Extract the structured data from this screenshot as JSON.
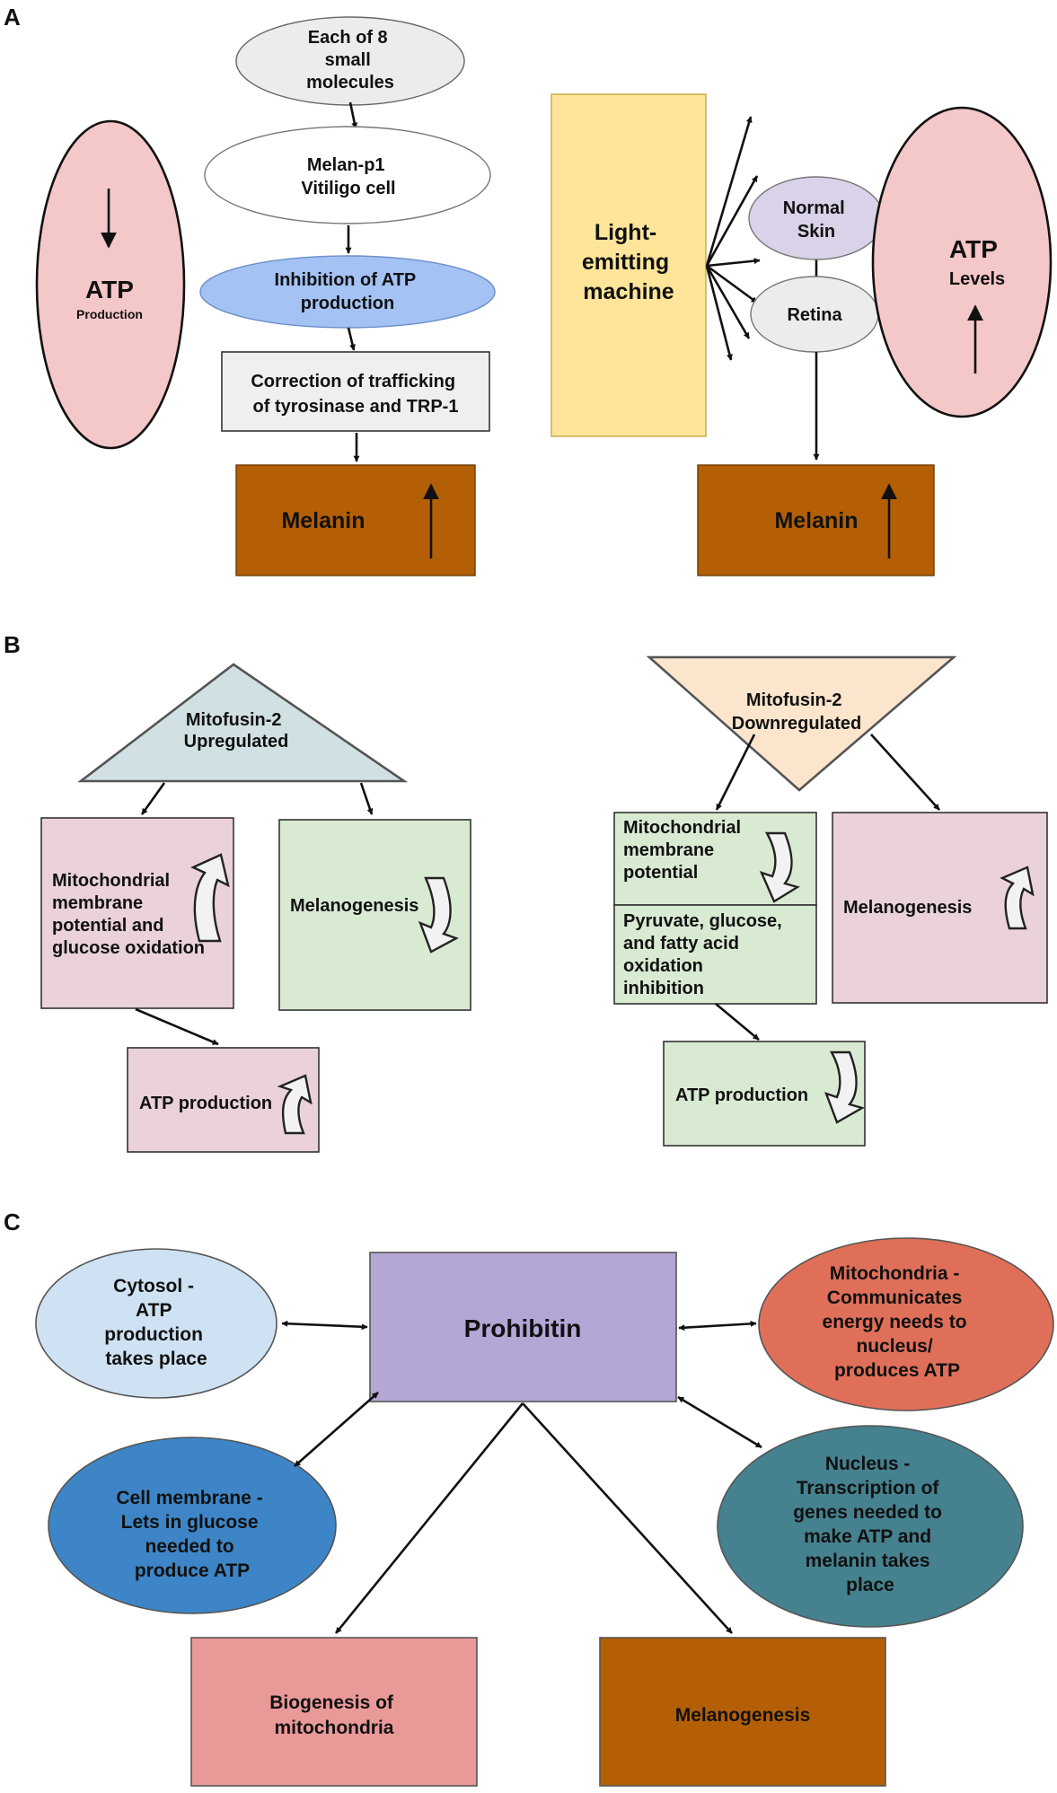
{
  "panels": {
    "a": "A",
    "b": "B",
    "c": "C"
  },
  "panel_a": {
    "left_atp": {
      "title": "ATP",
      "subtitle": "Production"
    },
    "small_molecules": [
      "Each of 8",
      "small",
      "molecules"
    ],
    "melan_cell": [
      "Melan-p1",
      "Vitiligo cell"
    ],
    "inhibition": [
      "Inhibition of ATP",
      "production"
    ],
    "correction": [
      "Correction of trafficking",
      "of tyrosinase and TRP-1"
    ],
    "melanin_left": "Melanin",
    "light_machine": [
      "Light-",
      "emitting",
      "machine"
    ],
    "normal_skin": [
      "Normal",
      "Skin"
    ],
    "retina": "Retina",
    "right_atp": {
      "title": "ATP",
      "subtitle": "Levels"
    },
    "melanin_right": "Melanin"
  },
  "panel_b": {
    "up_triangle": [
      "Mitofusin-2",
      "Upregulated"
    ],
    "mmp_glucose": [
      "Mitochondrial",
      "membrane",
      "potential and",
      "glucose oxidation"
    ],
    "melanogenesis_left": "Melanogenesis",
    "atp_left": "ATP production",
    "down_triangle": [
      "Mitofusin-2",
      "Downregulated"
    ],
    "mmp": [
      "Mitochondrial",
      "membrane",
      "potential"
    ],
    "pyruvate": [
      "Pyruvate, glucose,",
      "and fatty acid",
      "oxidation",
      "inhibition"
    ],
    "melanogenesis_right": "Melanogenesis",
    "atp_right": "ATP production"
  },
  "panel_c": {
    "prohibitin": "Prohibitin",
    "cytosol": [
      "Cytosol -",
      "ATP",
      "production",
      "takes place"
    ],
    "mitochondria": [
      "Mitochondria -",
      "Communicates",
      "energy needs to",
      "nucleus/",
      "produces ATP"
    ],
    "cell_membrane": [
      "Cell membrane -",
      "Lets in glucose",
      "needed to",
      "produce ATP"
    ],
    "nucleus": [
      "Nucleus -",
      "Transcription of",
      "genes needed to",
      "make ATP and",
      "melanin takes",
      "place"
    ],
    "biogenesis": [
      "Biogenesis of",
      "mitochondria"
    ],
    "melanogenesis": "Melanogenesis"
  },
  "colors": {
    "pink": "#f4c7c8",
    "light_gray": "#ececec",
    "blue_oval": "#a4c2f4",
    "melanin_brown": "#b45f06",
    "light_yellow": "#ffe599",
    "lavender": "#d9d2e9",
    "gray_blue": "#d0e0e3",
    "peach": "#fce5cd",
    "pale_pink": "#ead1dc",
    "pale_green": "#d9ead3",
    "light_blue": "#cfe2f3",
    "purple": "#b4a7d6",
    "salmon": "#e06f5a",
    "mid_blue": "#3d85c6",
    "teal": "#45818e",
    "rose": "#ea9999"
  }
}
